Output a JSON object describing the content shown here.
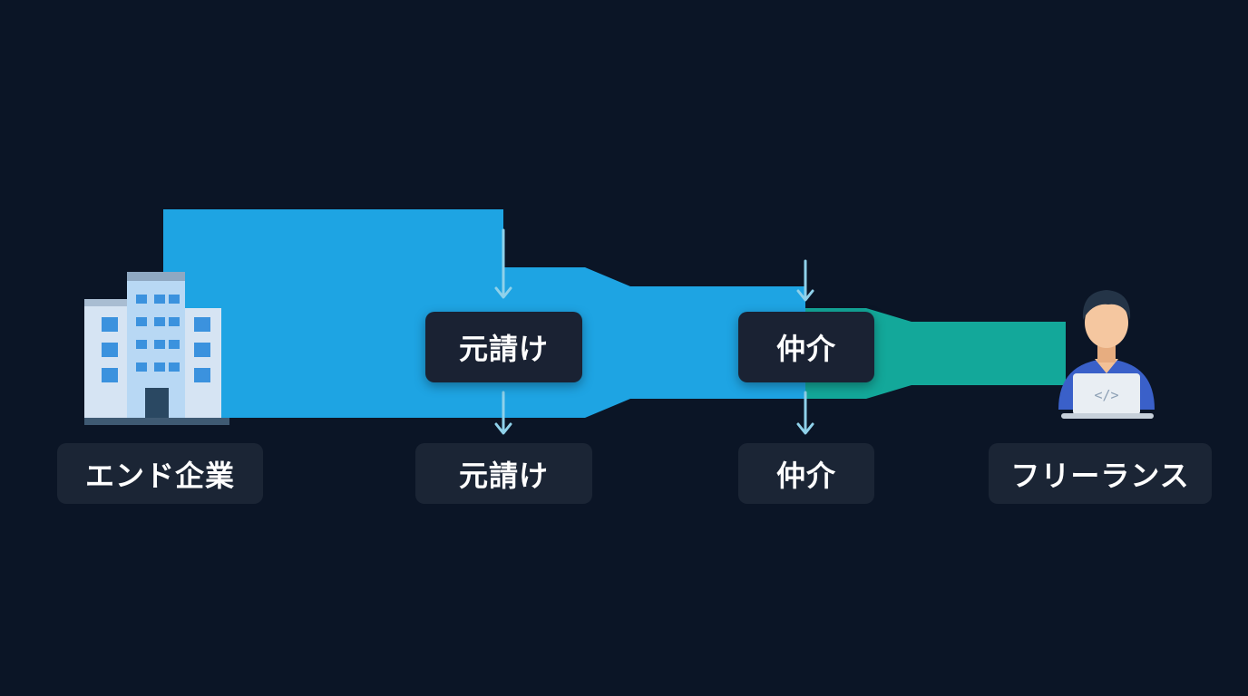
{
  "nodes": {
    "end_company": "エンド企業",
    "prime_contractor": "元請け",
    "agent": "仲介",
    "freelance": "フリーランス"
  },
  "icons": {
    "building": "office-building-icon",
    "person": "developer-with-laptop-icon",
    "laptop_symbol": "</>"
  },
  "colors": {
    "background": "#0b1526",
    "flow_blue": "#1ea4e3",
    "flow_teal": "#13a89a",
    "arrow": "#8fd1ea",
    "box": "#1b2535",
    "text": "#ffffff"
  }
}
